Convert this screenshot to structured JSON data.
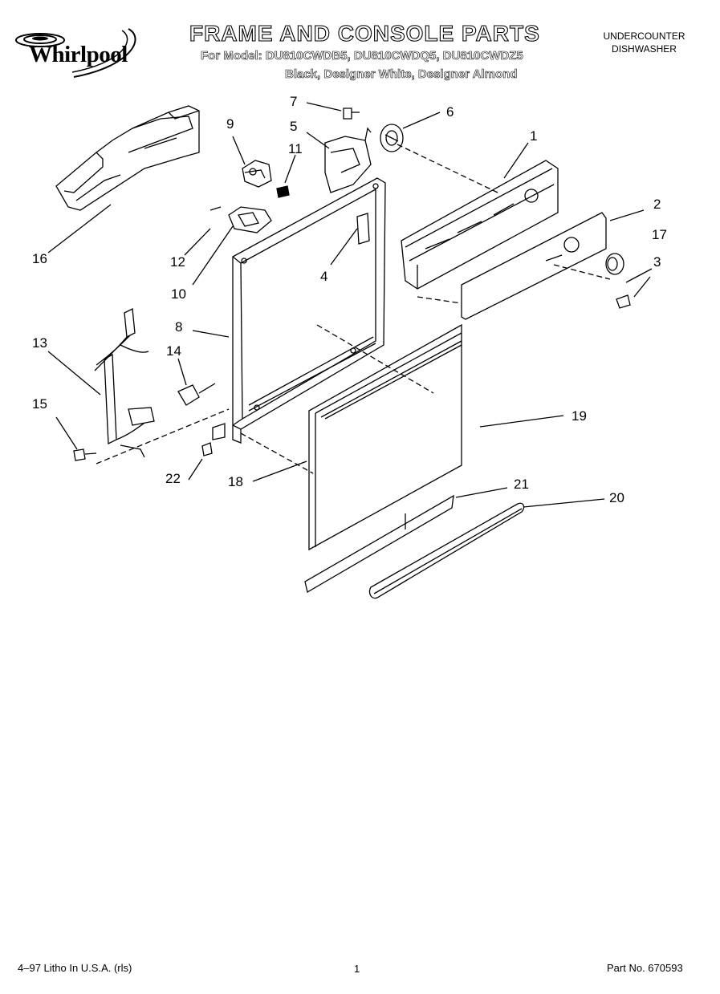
{
  "header": {
    "brand": "Whirlpool",
    "title": "FRAME AND CONSOLE PARTS",
    "models_line": "For Model: DU810CWDB5, DU810CWDQ5, DU810CWDZ5",
    "colors_line": "Black,  Designer White,  Designer Almond",
    "category_line1": "UNDERCOUNTER",
    "category_line2": "DISHWASHER"
  },
  "callouts": [
    "1",
    "2",
    "3",
    "4",
    "5",
    "6",
    "7",
    "8",
    "9",
    "10",
    "11",
    "12",
    "13",
    "14",
    "15",
    "16",
    "17",
    "18",
    "19",
    "20",
    "21",
    "22"
  ],
  "footer": {
    "left": "4–97 Litho In U.S.A. (rls)",
    "page": "1",
    "part_no": "Part No. 670593"
  }
}
